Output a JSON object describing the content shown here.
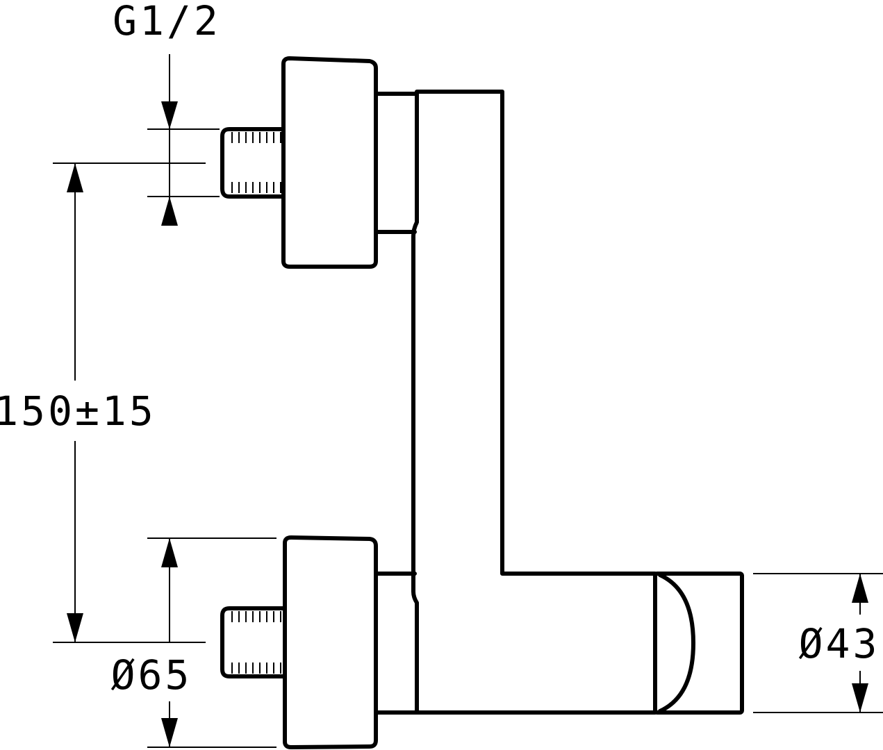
{
  "dimensions": {
    "thread_size": "G1/2",
    "inlet_spacing": "150±15",
    "rosette_diameter": "Ø65",
    "outlet_diameter": "Ø43"
  }
}
